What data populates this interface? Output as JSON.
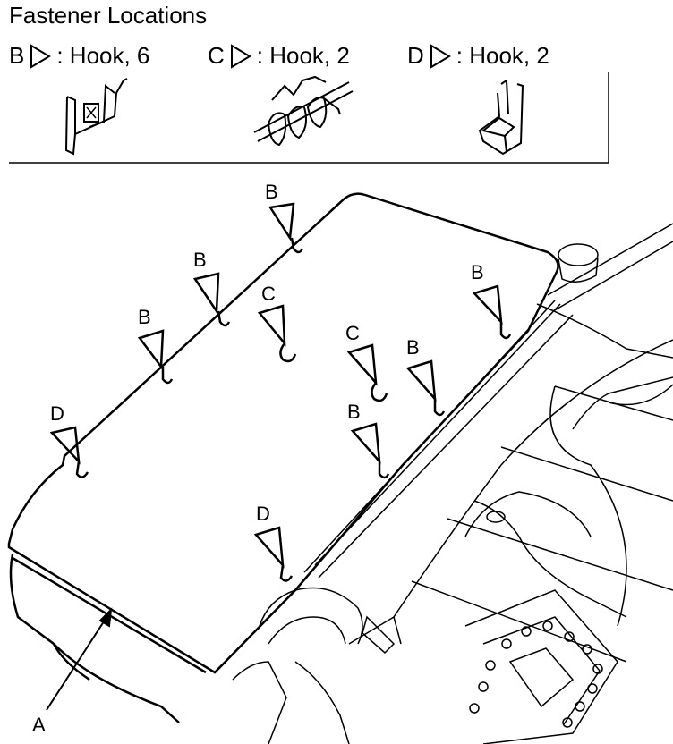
{
  "title": "Fastener Locations",
  "legend": [
    {
      "letter": "B",
      "text": ": Hook, 6",
      "icon": "triangle-right-icon"
    },
    {
      "letter": "C",
      "text": ": Hook, 2",
      "icon": "triangle-right-icon"
    },
    {
      "letter": "D",
      "text": ": Hook, 2",
      "icon": "triangle-right-icon"
    }
  ],
  "callouts": {
    "b1": "B",
    "b2": "B",
    "b3": "B",
    "b4": "B",
    "b5": "B",
    "b6": "B",
    "c1": "C",
    "c2": "C",
    "d1": "D",
    "d2": "D",
    "a": "A"
  }
}
